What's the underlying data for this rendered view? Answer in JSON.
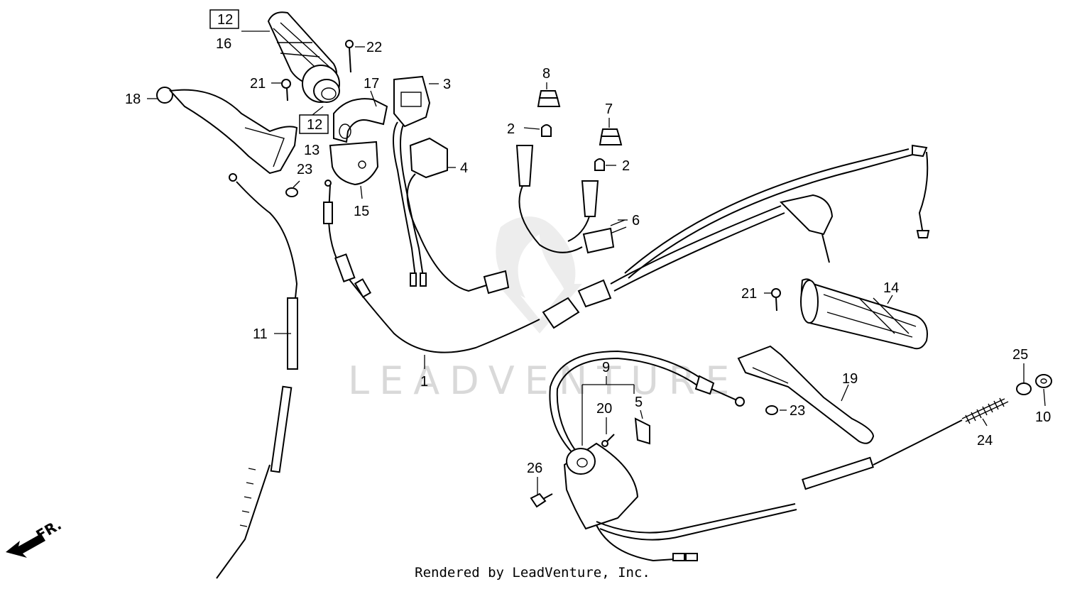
{
  "diagram": {
    "watermark": "LEADVENTURE",
    "direction_label": "FR.",
    "footer": "Rendered by LeadVenture, Inc.",
    "callouts": {
      "c1": "1",
      "c2a": "2",
      "c2b": "2",
      "c3": "3",
      "c4": "4",
      "c5": "5",
      "c6": "6",
      "c7": "7",
      "c8": "8",
      "c9": "9",
      "c10": "10",
      "c11": "11",
      "c12a": "12",
      "c12b": "12",
      "c13": "13",
      "c14": "14",
      "c15": "15",
      "c16": "16",
      "c17": "17",
      "c18": "18",
      "c19": "19",
      "c20": "20",
      "c21a": "21",
      "c21b": "21",
      "c22": "22",
      "c23a": "23",
      "c23b": "23",
      "c24": "24",
      "c25": "25",
      "c26": "26"
    }
  }
}
